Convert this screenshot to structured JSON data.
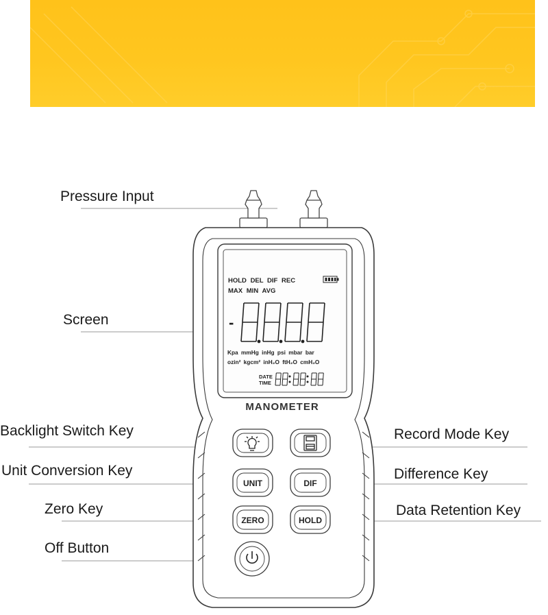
{
  "banner": {
    "color": "#ffc61f"
  },
  "labels": {
    "pressure_input": "Pressure Input",
    "screen": "Screen",
    "backlight": "Backlight Switch Key",
    "unit_conversion": "Unit Conversion Key",
    "zero": "Zero Key",
    "off": "Off Button",
    "record_mode": "Record Mode Key",
    "difference": "Difference Key",
    "data_retention": "Data Retention Key"
  },
  "device": {
    "brand_label": "MANOMETER",
    "lcd": {
      "mode_row1": [
        "HOLD",
        "DEL",
        "DIF",
        "REC"
      ],
      "mode_row2": [
        "MAX",
        "MIN",
        "AVG"
      ],
      "sign": "-",
      "units_row1": [
        "Kpa",
        "mmHg",
        "inHg",
        "psi",
        "mbar",
        "bar"
      ],
      "units_row2": [
        "ozin²",
        "kgcm²",
        "inH₂O",
        "ftH₂O",
        "cmH₂O"
      ],
      "date_label": "DATE",
      "time_label": "TIME"
    },
    "buttons": {
      "unit": "UNIT",
      "dif": "DIF",
      "zero": "ZERO",
      "hold": "HOLD"
    },
    "icons": [
      "lightbulb-icon",
      "floppy-disk-icon",
      "power-icon",
      "battery-icon"
    ]
  }
}
